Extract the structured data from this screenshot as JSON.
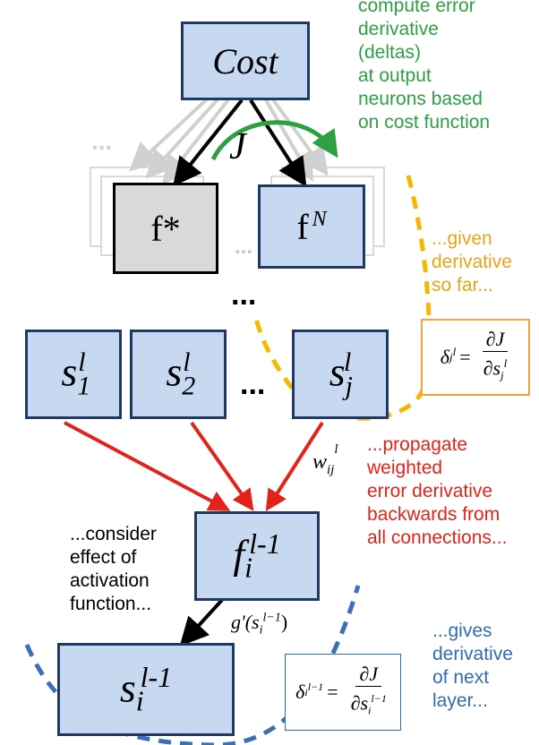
{
  "nodes": {
    "cost": "Cost",
    "f_star": "f*",
    "f_n_base": "f",
    "f_n_sup": "N",
    "s1_base": "s",
    "s1_sub": "1",
    "s1_sup": "l",
    "s2_base": "s",
    "s2_sub": "2",
    "s2_sup": "l",
    "sj_base": "s",
    "sj_sub": "j",
    "sj_sup": "l",
    "fi_base": "f",
    "fi_sub": "i",
    "fi_sup": "l-1",
    "si_base": "s",
    "si_sub": "i",
    "si_sup": "l-1"
  },
  "edge_labels": {
    "j": "J",
    "w_base": "w",
    "w_sub": "ij",
    "w_sup": "l",
    "g_prime": "g'(s",
    "g_sub": "i",
    "g_sup": "l−1",
    "g_close": ")"
  },
  "ellipses": {
    "top_left": "...",
    "between_f": "...",
    "middle": "...",
    "row": "..."
  },
  "annotations": {
    "green": "compute error\nderivative\n(deltas)\nat output\nneurons based\non cost function",
    "yellow": "...given\nderivative\nso far...",
    "red": "...propagate\nweighted\nerror derivative\nbackwards from\nall connections...",
    "black": "...consider\neffect of\nactivation\nfunction...",
    "blue": "...gives\nderivative\nof next\nlayer..."
  },
  "formulas": {
    "delta_j": {
      "lhs": "δ",
      "lhs_sub": "j",
      "lhs_sup": "l",
      "eq": "=",
      "num": "∂J",
      "den": "∂s",
      "den_sub": "j",
      "den_sup": "l"
    },
    "delta_i": {
      "lhs": "δ",
      "lhs_sub": "i",
      "lhs_sup": "l−1",
      "eq": "=",
      "num": "∂J",
      "den": "∂s",
      "den_sub": "i",
      "den_sup": "l−1"
    }
  },
  "colors": {
    "box_fill": "#c6d9f1",
    "box_border": "#1f3864",
    "green": "#2ea043",
    "yellow": "#e8a317",
    "red": "#e2231a",
    "blue": "#2e6db4"
  }
}
